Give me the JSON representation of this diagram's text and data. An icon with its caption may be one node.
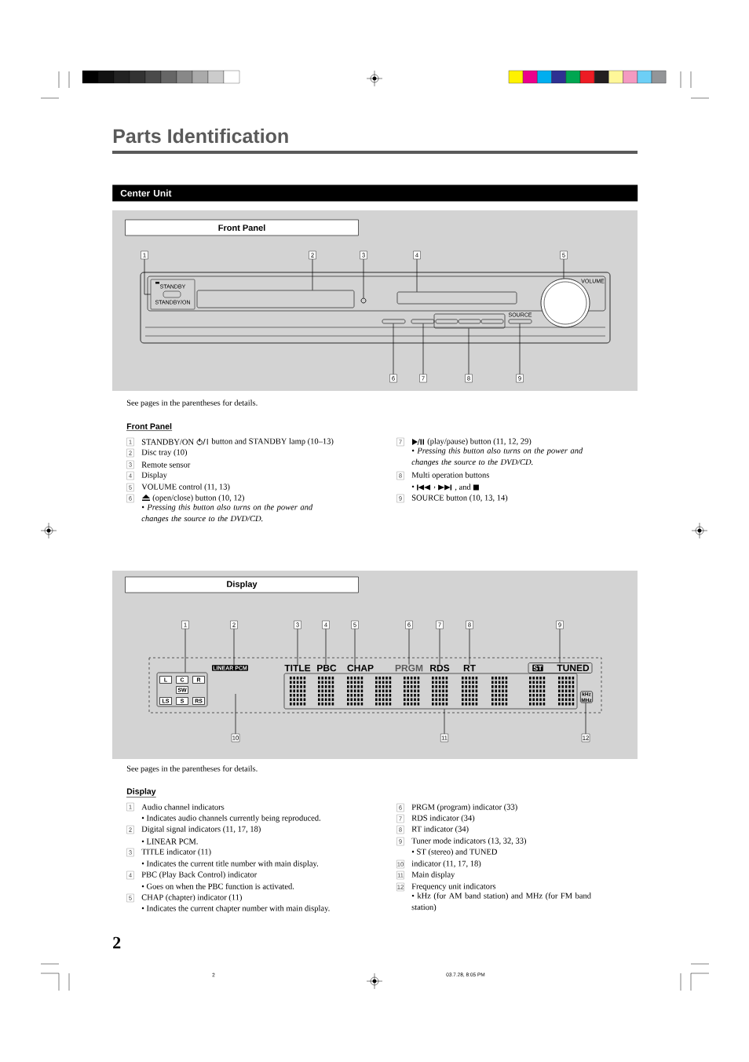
{
  "diagram": {
    "title": "Parts Identification",
    "nodes": [
      {
        "text": [
          "Center Unit"
        ]
      },
      {
        "text": [
          "Front Panel"
        ]
      },
      {
        "text": [
          "1"
        ]
      },
      {
        "text": [
          "2"
        ]
      },
      {
        "text": [
          "3"
        ]
      },
      {
        "text": [
          "4"
        ]
      },
      {
        "text": [
          "5"
        ]
      },
      {
        "text": [
          "6"
        ]
      },
      {
        "text": [
          "7"
        ]
      },
      {
        "text": [
          "8"
        ]
      },
      {
        "text": [
          "9"
        ]
      },
      {
        "text": [
          "Display"
        ]
      },
      {
        "text": [
          "1"
        ]
      },
      {
        "text": [
          "2"
        ]
      },
      {
        "text": [
          "3"
        ]
      },
      {
        "text": [
          "4"
        ]
      },
      {
        "text": [
          "5"
        ]
      },
      {
        "text": [
          "6"
        ]
      },
      {
        "text": [
          "7"
        ]
      },
      {
        "text": [
          "8"
        ]
      },
      {
        "text": [
          "9"
        ]
      },
      {
        "text": [
          "10"
        ]
      },
      {
        "text": [
          "11"
        ]
      },
      {
        "text": [
          "12"
        ]
      },
      {
        "text": [
          "STANDBY",
          "STANDBY/ON"
        ]
      },
      {
        "text": [],
        "shape": "box"
      },
      {
        "text": [],
        "shape": "circle"
      },
      {
        "text": [],
        "shape": "box"
      },
      {
        "text": [],
        "shape": "circle",
        "beside": [
          "VOLUME"
        ]
      },
      {
        "text": [],
        "shape": "box"
      },
      {
        "text": [],
        "shape": "box"
      },
      {
        "text": [],
        "shape": "box"
      },
      {
        "text": [],
        "shape": "box",
        "in": 31
      },
      {
        "text": [],
        "shape": "box",
        "in": 31
      },
      {
        "text": [],
        "shape": "box",
        "in": 31
      },
      {
        "text": [],
        "shape": "box",
        "beside": [
          "SOURCE"
        ]
      },
      {
        "text": [],
        "shape": "box"
      },
      {
        "text": [
          "L"
        ],
        "in": 36
      },
      {
        "text": [
          "C"
        ],
        "in": 36
      },
      {
        "text": [
          "R"
        ],
        "in": 36
      },
      {
        "text": [
          "SW"
        ],
        "in": 36
      },
      {
        "text": [
          "LS"
        ],
        "in": 36
      },
      {
        "text": [
          "S"
        ],
        "in": 36
      },
      {
        "text": [
          "RS"
        ],
        "in": 36
      },
      {
        "text": [
          "LINEAR PCM"
        ]
      },
      {
        "text": [
          "TITLE"
        ]
      },
      {
        "text": [
          "PBC"
        ]
      },
      {
        "text": [
          "CHAP"
        ]
      },
      {
        "text": [
          "PRGM"
        ]
      },
      {
        "text": [
          "RDS"
        ]
      },
      {
        "text": [
          "RT"
        ]
      },
      {
        "text": [],
        "shape": "box"
      },
      {
        "text": [
          "ST"
        ],
        "in": 51
      },
      {
        "text": [
          "TUNED"
        ],
        "in": 51
      },
      {
        "text": [],
        "shape": "box"
      },
      {
        "text": [
          "kHz",
          "MHz"
        ]
      }
    ],
    "edges": [
      {
        "from": 2,
        "to": 24,
        "arrow": "none"
      },
      {
        "from": 3,
        "to": 25,
        "arrow": "none"
      },
      {
        "from": 4,
        "to": 26,
        "arrow": "none"
      },
      {
        "from": 5,
        "to": 27,
        "arrow": "none"
      },
      {
        "from": 6,
        "to": 28,
        "arrow": "none"
      },
      {
        "from": 7,
        "to": 29,
        "arrow": "none"
      },
      {
        "from": 8,
        "to": 30,
        "arrow": "none"
      },
      {
        "from": 9,
        "to": 31,
        "arrow": "none"
      },
      {
        "from": 10,
        "to": 35,
        "arrow": "none"
      },
      {
        "from": 12,
        "to": 36,
        "arrow": "none"
      },
      {
        "from": 13,
        "to": 44,
        "arrow": "none"
      },
      {
        "from": 14,
        "to": 45,
        "arrow": "none"
      },
      {
        "from": 15,
        "to": 46,
        "arrow": "none"
      },
      {
        "from": 16,
        "to": 47,
        "arrow": "none"
      },
      {
        "from": 17,
        "to": 48,
        "arrow": "none"
      },
      {
        "from": 18,
        "to": 49,
        "arrow": "none"
      },
      {
        "from": 19,
        "to": 50,
        "arrow": "none"
      },
      {
        "from": 20,
        "to": 51,
        "arrow": "none"
      },
      {
        "from": 21,
        "to": null,
        "arrow": "none"
      },
      {
        "from": 22,
        "to": 54,
        "arrow": "none"
      },
      {
        "from": 23,
        "to": 55,
        "arrow": "none"
      }
    ],
    "labels": [
      "See pages in the parentheses for details.",
      "Front Panel",
      "1",
      "STANDBY/ON",
      "button and STANDBY lamp (10–13)",
      "2",
      "Disc tray (10)",
      "3",
      "Remote sensor",
      "4",
      "Display",
      "5",
      "VOLUME control (11, 13)",
      "6",
      "(open/close) button (10, 12)",
      "• Pressing this button also turns on the power and changes the source to the DVD/CD.",
      "7",
      "(play/pause) button (11, 12, 29)",
      "• Pressing this button also turns on the power and changes the source to the DVD/CD.",
      "8",
      "Multi operation buttons",
      "•",
      ",",
      ", and",
      "9",
      "SOURCE button (10, 13, 14)",
      "See pages in the parentheses for details.",
      "Display",
      "1",
      "Audio channel indicators",
      "• Indicates audio channels currently being reproduced.",
      "2",
      "Digital signal indicators (11, 17, 18)",
      "• LINEAR PCM.",
      "3",
      "TITLE indicator (11)",
      "• Indicates the current title number with main display.",
      "4",
      "PBC (Play Back Control) indicator",
      "• Goes on when the PBC function is activated.",
      "5",
      "CHAP (chapter) indicator (11)",
      "• Indicates the current chapter number with main display.",
      "6",
      "PRGM (program) indicator (33)",
      "7",
      "RDS indicator (34)",
      "8",
      "RT indicator (34)",
      "9",
      "Tuner mode indicators (13, 32, 33)",
      "• ST (stereo) and TUNED",
      "10",
      "indicator (11, 17, 18)",
      "11",
      "Main display",
      "12",
      "Frequency unit indicators",
      "• kHz (for AM band station) and MHz (for FM band station)",
      "2",
      "2",
      "03.7.28, 8:05 PM"
    ]
  }
}
